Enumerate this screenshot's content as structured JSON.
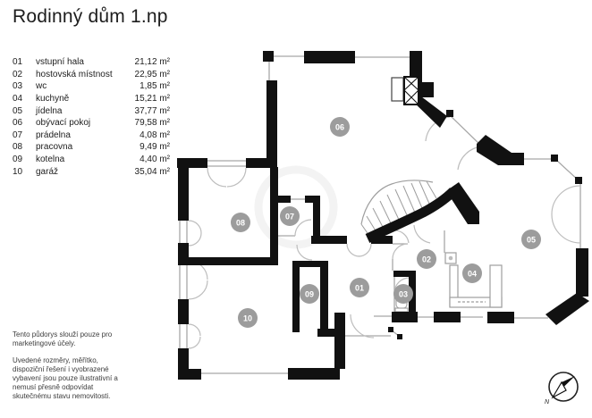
{
  "title": "Rodinný dům 1.np",
  "legend": {
    "rows": [
      {
        "id": "01",
        "name": "vstupní hala",
        "area": "21,12 m²"
      },
      {
        "id": "02",
        "name": "hostovská místnost",
        "area": "22,95 m²"
      },
      {
        "id": "03",
        "name": "wc",
        "area": "1,85 m²"
      },
      {
        "id": "04",
        "name": "kuchyně",
        "area": "15,21 m²"
      },
      {
        "id": "05",
        "name": "jídelna",
        "area": "37,77 m²"
      },
      {
        "id": "06",
        "name": "obývací pokoj",
        "area": "79,58 m²"
      },
      {
        "id": "07",
        "name": "prádelna",
        "area": "4,08 m²"
      },
      {
        "id": "08",
        "name": "pracovna",
        "area": "9,49 m²"
      },
      {
        "id": "09",
        "name": "kotelna",
        "area": "4,40 m²"
      },
      {
        "id": "10",
        "name": "garáž",
        "area": "35,04 m²"
      }
    ]
  },
  "notes": {
    "paragraph1": "Tento půdorys slouží pouze pro marketingové účely.",
    "paragraph2": "Uvedené rozměry, měřítko, dispoziční řešení i vyobrazené vybavení jsou pouze ilustrativní a nemusí přesně odpovídat skutečnému stavu nemovitosti."
  },
  "compass": {
    "north_label": "N"
  },
  "colors": {
    "badge_fill": "#9c9c9c",
    "wall": "#111111"
  }
}
